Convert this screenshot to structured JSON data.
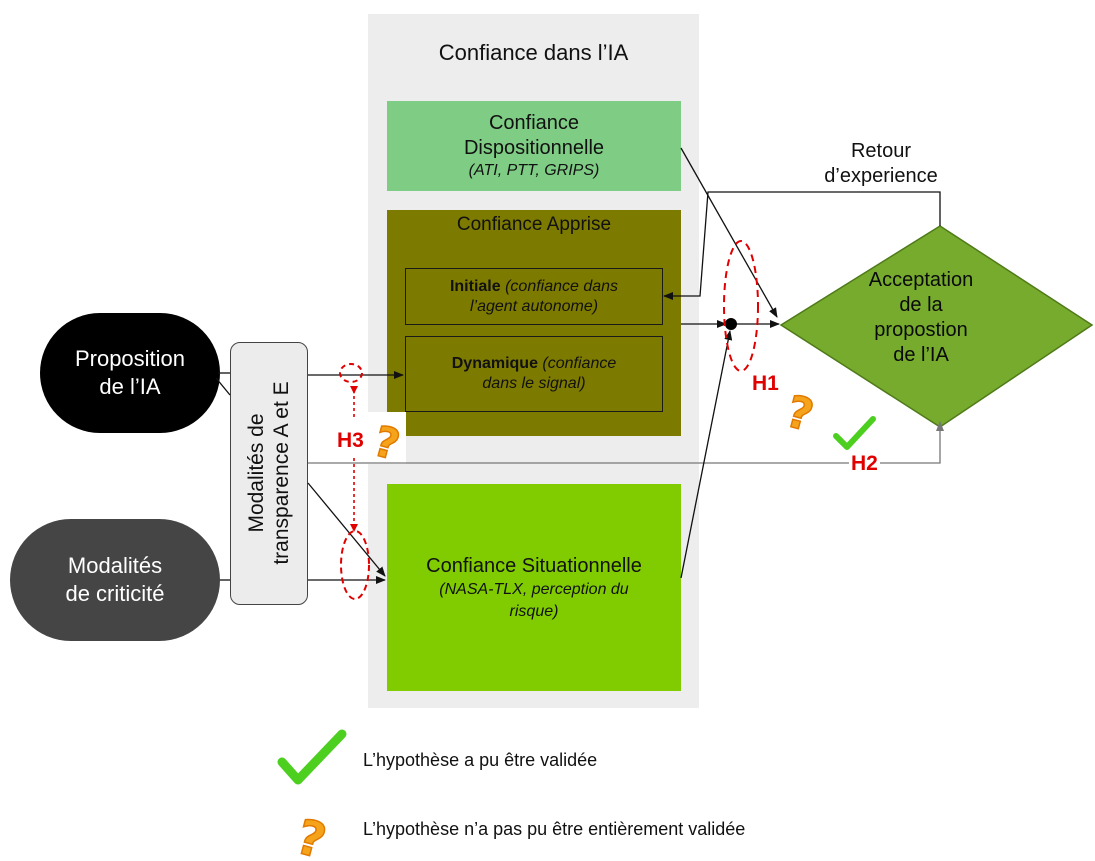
{
  "diagram": {
    "panel_title": "Confiance dans l’IA",
    "dispositionnelle": {
      "title_line1": "Confiance",
      "title_line2": "Dispositionnelle",
      "measures": "(ATI, PTT, GRIPS)"
    },
    "apprise": {
      "title": "Confiance Apprise",
      "initiale_bold": "Initiale",
      "initiale_italic_1": " (confiance dans",
      "initiale_italic_2": "l’agent autonome)",
      "dynamique_bold": "Dynamique",
      "dynamique_italic_1": " (confiance",
      "dynamique_italic_2": "dans le signal)"
    },
    "situationnelle": {
      "title": "Confiance Situationnelle",
      "measures_line1": "(NASA-TLX, perception du",
      "measures_line2": "risque)"
    },
    "proposition": {
      "line1": "Proposition",
      "line2": "de l’IA"
    },
    "criticite": {
      "line1": "Modalités",
      "line2": "de criticité"
    },
    "transparence": {
      "line1": "Modalités de",
      "line2": "transparence A et E"
    },
    "retour": {
      "line1": "Retour",
      "line2": "d’experience"
    },
    "acceptation": {
      "line1": "Acceptation",
      "line2": "de la",
      "line3": "propostion",
      "line4": "de l’IA"
    },
    "hypotheses": {
      "h1": "H1",
      "h2": "H2",
      "h3": "H3"
    }
  },
  "legend": {
    "validated": "L’hypothèse a pu être validée",
    "partial": "L’hypothèse n’a pas pu être entièrement validée"
  },
  "icons": [
    "check-icon",
    "question-mark-icon"
  ],
  "colors": {
    "dispositionnelle": "#7fcc85",
    "apprise": "#7d7a00",
    "situationnelle": "#80cc00",
    "acceptation": "#76ab2e",
    "hypothesis": "#e00000",
    "check": "#4ccf1f",
    "question": "#f6a31c"
  }
}
